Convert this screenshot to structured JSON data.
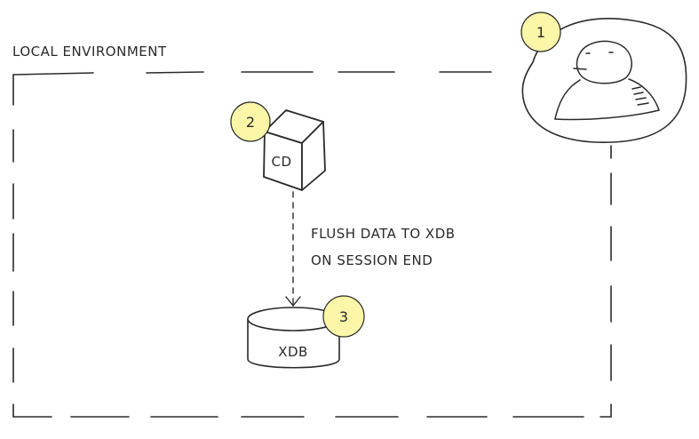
{
  "diagram": {
    "environment_label": "LOCAL ENVIRONMENT",
    "user_badge": "1",
    "cd_badge": "2",
    "cd_label": "CD",
    "xdb_badge": "3",
    "xdb_label": "XDB",
    "flow_label_line1": "FLUSH DATA TO XDB",
    "flow_label_line2": "ON SESSION END",
    "badge_fill": "#fbf6a8",
    "stroke_color": "#2a2a2a"
  }
}
